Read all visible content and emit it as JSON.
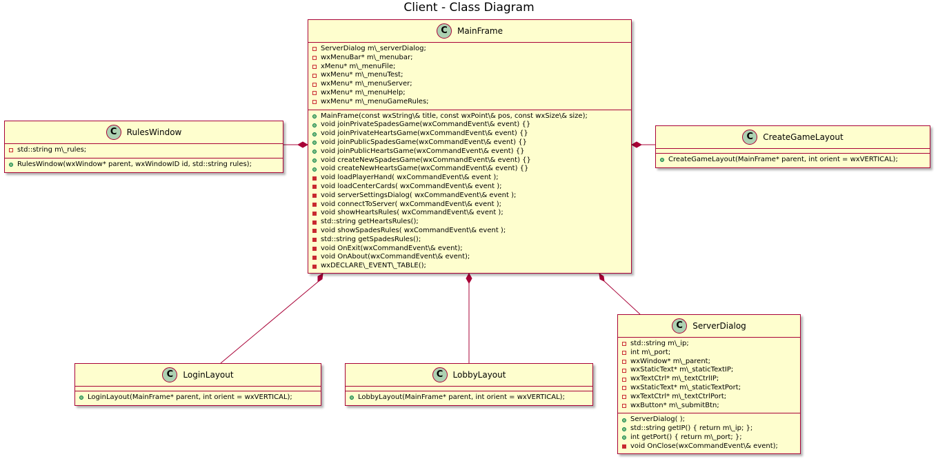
{
  "diagram": {
    "title": "Client - Class Diagram",
    "colors": {
      "class_fill": "#fefece",
      "border": "#a80036",
      "badge": "#add1b2",
      "private": "#c82930",
      "public": "#84be84"
    },
    "classes": {
      "MainFrame": {
        "name": "MainFrame",
        "badge": "C",
        "fields": [
          {
            "vis": "-",
            "text": "ServerDialog m\\_serverDialog;"
          },
          {
            "vis": "-",
            "text": "wxMenuBar* m\\_menubar;"
          },
          {
            "vis": "-",
            "text": "xMenu* m\\_menuFile;"
          },
          {
            "vis": "-",
            "text": "wxMenu* m\\_menuTest;"
          },
          {
            "vis": "-",
            "text": "wxMenu* m\\_menuServer;"
          },
          {
            "vis": "-",
            "text": "wxMenu* m\\_menuHelp;"
          },
          {
            "vis": "-",
            "text": "wxMenu* m\\_menuGameRules;"
          }
        ],
        "methods": [
          {
            "vis": "+",
            "text": "MainFrame(const wxString\\& title, const wxPoint\\& pos, const wxSize\\& size);"
          },
          {
            "vis": "+",
            "text": "void joinPrivateSpadesGame(wxCommandEvent\\& event) {}"
          },
          {
            "vis": "+",
            "text": "void joinPrivateHeartsGame(wxCommandEvent\\& event) {}"
          },
          {
            "vis": "+",
            "text": "void joinPublicSpadesGame(wxCommandEvent\\& event) {}"
          },
          {
            "vis": "+",
            "text": "void joinPublicHeartsGame(wxCommandEvent\\& event) {}"
          },
          {
            "vis": "+",
            "text": "void createNewSpadesGame(wxCommandEvent\\& event) {}"
          },
          {
            "vis": "+",
            "text": "void createNewHeartsGame(wxCommandEvent\\& event) {}"
          },
          {
            "vis": "-",
            "text": "void loadPlayerHand( wxCommandEvent\\& event );"
          },
          {
            "vis": "-",
            "text": "void loadCenterCards( wxCommandEvent\\& event );"
          },
          {
            "vis": "-",
            "text": "void serverSettingsDialog( wxCommandEvent\\& event );"
          },
          {
            "vis": "-",
            "text": "void connectToServer( wxCommandEvent\\& event );"
          },
          {
            "vis": "-",
            "text": "void showHeartsRules( wxCommandEvent\\& event );"
          },
          {
            "vis": "-",
            "text": "std::string getHeartsRules();"
          },
          {
            "vis": "-",
            "text": "void showSpadesRules( wxCommandEvent\\& event );"
          },
          {
            "vis": "-",
            "text": "std::string getSpadesRules();"
          },
          {
            "vis": "-",
            "text": "void OnExit(wxCommandEvent\\& event);"
          },
          {
            "vis": "-",
            "text": "void OnAbout(wxCommandEvent\\& event);"
          },
          {
            "vis": "-",
            "text": "wxDECLARE\\_EVENT\\_TABLE();"
          }
        ]
      },
      "RulesWindow": {
        "name": "RulesWindow",
        "badge": "C",
        "fields": [
          {
            "vis": "-",
            "text": "std::string m\\_rules;"
          }
        ],
        "methods": [
          {
            "vis": "+",
            "text": "RulesWindow(wxWindow* parent, wxWindowID id, std::string rules);"
          }
        ]
      },
      "CreateGameLayout": {
        "name": "CreateGameLayout",
        "badge": "C",
        "fields": [],
        "methods": [
          {
            "vis": "+",
            "text": "CreateGameLayout(MainFrame* parent, int orient = wxVERTICAL);"
          }
        ]
      },
      "LoginLayout": {
        "name": "LoginLayout",
        "badge": "C",
        "fields": [],
        "methods": [
          {
            "vis": "+",
            "text": "LoginLayout(MainFrame* parent, int orient = wxVERTICAL);"
          }
        ]
      },
      "LobbyLayout": {
        "name": "LobbyLayout",
        "badge": "C",
        "fields": [],
        "methods": [
          {
            "vis": "+",
            "text": "LobbyLayout(MainFrame* parent, int orient = wxVERTICAL);"
          }
        ]
      },
      "ServerDialog": {
        "name": "ServerDialog",
        "badge": "C",
        "fields": [
          {
            "vis": "-",
            "text": "std::string m\\_ip;"
          },
          {
            "vis": "-",
            "text": "int m\\_port;"
          },
          {
            "vis": "-",
            "text": "wxWindow* m\\_parent;"
          },
          {
            "vis": "-",
            "text": "wxStaticText* m\\_staticTextIP;"
          },
          {
            "vis": "-",
            "text": "wxTextCtrl* m\\_textCtrlIP;"
          },
          {
            "vis": "-",
            "text": "wxStaticText* m\\_staticTextPort;"
          },
          {
            "vis": "-",
            "text": "wxTextCtrl* m\\_textCtrlPort;"
          },
          {
            "vis": "-",
            "text": "wxButton* m\\_submitBtn;"
          }
        ],
        "methods": [
          {
            "vis": "+",
            "text": "ServerDialog( );"
          },
          {
            "vis": "+",
            "text": "std::string getIP() { return m\\_ip; };"
          },
          {
            "vis": "+",
            "text": "int getPort() { return m\\_port; };"
          },
          {
            "vis": "-",
            "text": "void OnClose(wxCommandEvent\\& event);"
          }
        ]
      }
    },
    "relations": [
      {
        "from": "MainFrame",
        "to": "RulesWindow",
        "type": "composition"
      },
      {
        "from": "MainFrame",
        "to": "CreateGameLayout",
        "type": "composition"
      },
      {
        "from": "MainFrame",
        "to": "LoginLayout",
        "type": "composition"
      },
      {
        "from": "MainFrame",
        "to": "LobbyLayout",
        "type": "composition"
      },
      {
        "from": "MainFrame",
        "to": "ServerDialog",
        "type": "composition"
      }
    ]
  }
}
